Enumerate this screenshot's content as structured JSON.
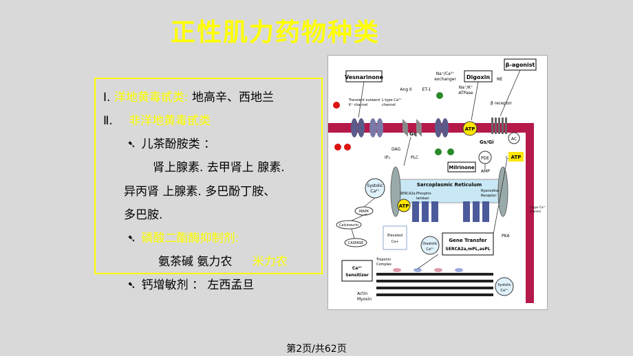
{
  "slide": {
    "title": "正性肌力药物种类",
    "list": {
      "item1_num": "Ⅰ.",
      "item1_label": "洋地黄毒甙类:",
      "item1_text": "地高辛、西地兰",
      "item2_num": "Ⅱ.",
      "item2_label": "非洋地黄毒甙类",
      "sub1": "儿茶酚胺类 ：",
      "sub1_l1": "肾上腺素. 去甲肾上 腺素.",
      "sub1_l2": "异丙肾  上腺素. 多巴酚丁胺、",
      "sub1_l3": "多巴胺.",
      "sub2": "磷酸二酯酶抑制剂:",
      "sub2_l1a": "氨茶碱  氨力农",
      "sub2_l1b": "米力农",
      "sub3": "钙增敏剂 ：  左西孟旦"
    },
    "footer": "第2页/共62页"
  },
  "diagram": {
    "labels": {
      "vesnarinone": "Vesnarinone",
      "digoxin": "Digoxin",
      "beta_agonist": "β-agonist",
      "na_ca": "Na⁺/Ca²⁺",
      "exchanger": "exchanger",
      "na_k": "Na⁺/K⁺",
      "atpase": "ATPase",
      "ne": "NE",
      "beta_receptor": "β receptor",
      "ang2": "Ang II",
      "et1": "ET-1",
      "transient": "Transient outward",
      "k_channel": "K⁺ channel",
      "ltype": "L-type Ca²⁺",
      "channel": "channel",
      "gq": "Gq",
      "gs_gi": "Gs/Gi",
      "plc": "PLC",
      "dag": "DAG",
      "ip3": "IP₃",
      "atp1": "ATP",
      "atp2": "ATP",
      "atp3": "ATP",
      "ac": "AC",
      "pde": "PDE",
      "camp": "cAMP",
      "amp": "AMP",
      "milrinone": "Milrinone",
      "systolic": "Systolic",
      "ca2": "Ca²⁺",
      "sr": "Sarcoplasmic Reticulum",
      "serca": "SERCA2a",
      "phospho": "Phospho-",
      "lamban": "lamban",
      "ryanodine": "Ryanodine",
      "receptor": "Receptor",
      "mapk": "MAPK",
      "calcineurin": "Calcineurin",
      "caspase": "CASPASE",
      "elevated": "Elevated",
      "ca_plus": "Ca+",
      "diastolic": "Diastolic",
      "gene_transfer": "Gene Transfer",
      "gene_targets": "SERCA2a,mPL,asPL",
      "pka": "PKA",
      "troponin": "Troponin",
      "complex": "Complex",
      "ca_sens1": "Ca²⁺",
      "ca_sens2": "Sensitizer",
      "actin": "Actin",
      "myosin": "Myosin",
      "systolic2": "Systolic",
      "ca2b": "Ca²⁺",
      "ltype2": "L-type Ca²⁺",
      "channel2": "channel"
    }
  }
}
